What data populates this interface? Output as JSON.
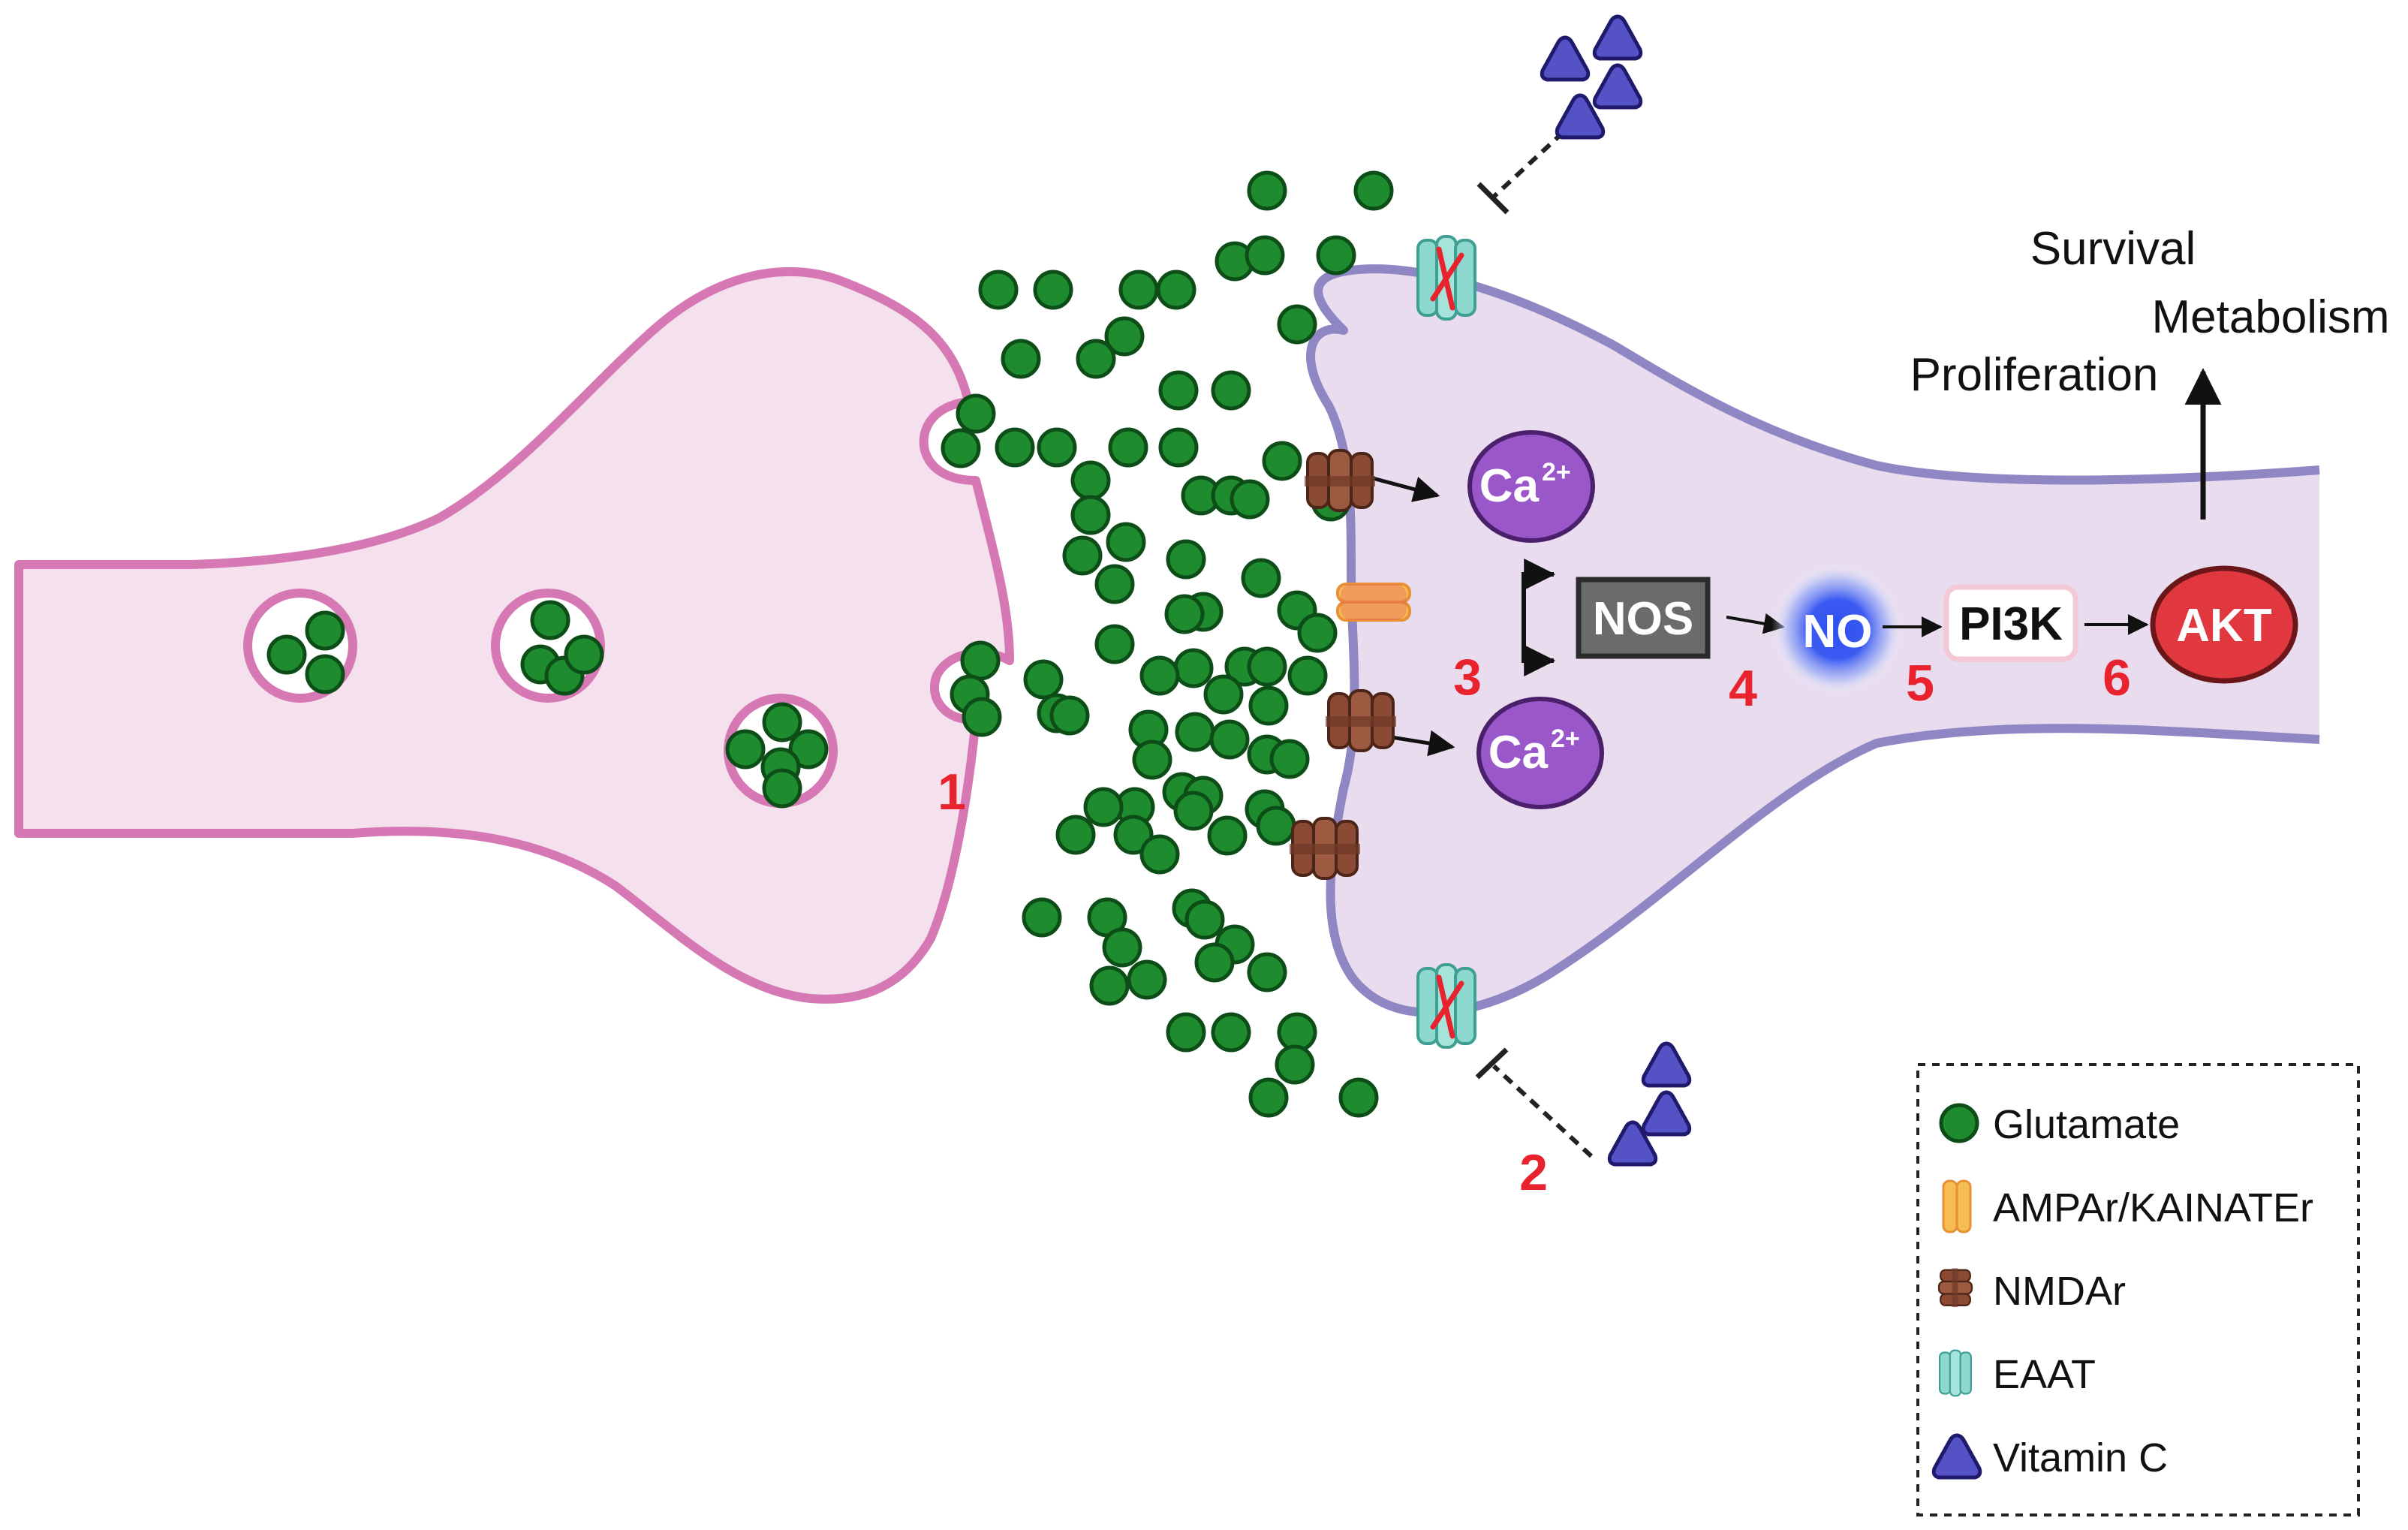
{
  "steps": {
    "s1": "1",
    "s2": "2",
    "s3": "3",
    "s4": "4",
    "s5": "5",
    "s6": "6"
  },
  "nodes": {
    "ca_top": "Ca",
    "ca_bottom": "Ca",
    "ca_superscript": "2+",
    "nos": "NOS",
    "no": "NO",
    "pi3k": "PI3K",
    "akt": "AKT"
  },
  "outcomes": {
    "survival": "Survival",
    "metabolism": "Metabolism",
    "proliferation": "Proliferation"
  },
  "legend": {
    "items": [
      {
        "label": "Glutamate",
        "icon": "glutamate-icon"
      },
      {
        "label": "AMPAr/KAINATEr",
        "icon": "ampar-receptor-icon"
      },
      {
        "label": "NMDAr",
        "icon": "nmdar-receptor-icon"
      },
      {
        "label": "EAAT",
        "icon": "eaat-transporter-icon"
      },
      {
        "label": "Vitamin C",
        "icon": "vitamin-c-icon"
      }
    ]
  },
  "colors": {
    "presynaptic_fill": "#f5e1ee",
    "presynaptic_stroke": "#d678b3",
    "postsynaptic_fill": "#e8dcee",
    "postsynaptic_stroke": "#8f86c4",
    "glutamate": "#1e8c2e",
    "step_number": "#e8232e",
    "calcium": "#9a57c9",
    "nos_box": "#6b6b6b",
    "no_glow": "#2f4fe8",
    "akt": "#e0383e",
    "vitamin_c": "#5552c6",
    "eaat": "#8ed9cf",
    "ampa": "#f6bd55",
    "nmda": "#8b4a34"
  }
}
